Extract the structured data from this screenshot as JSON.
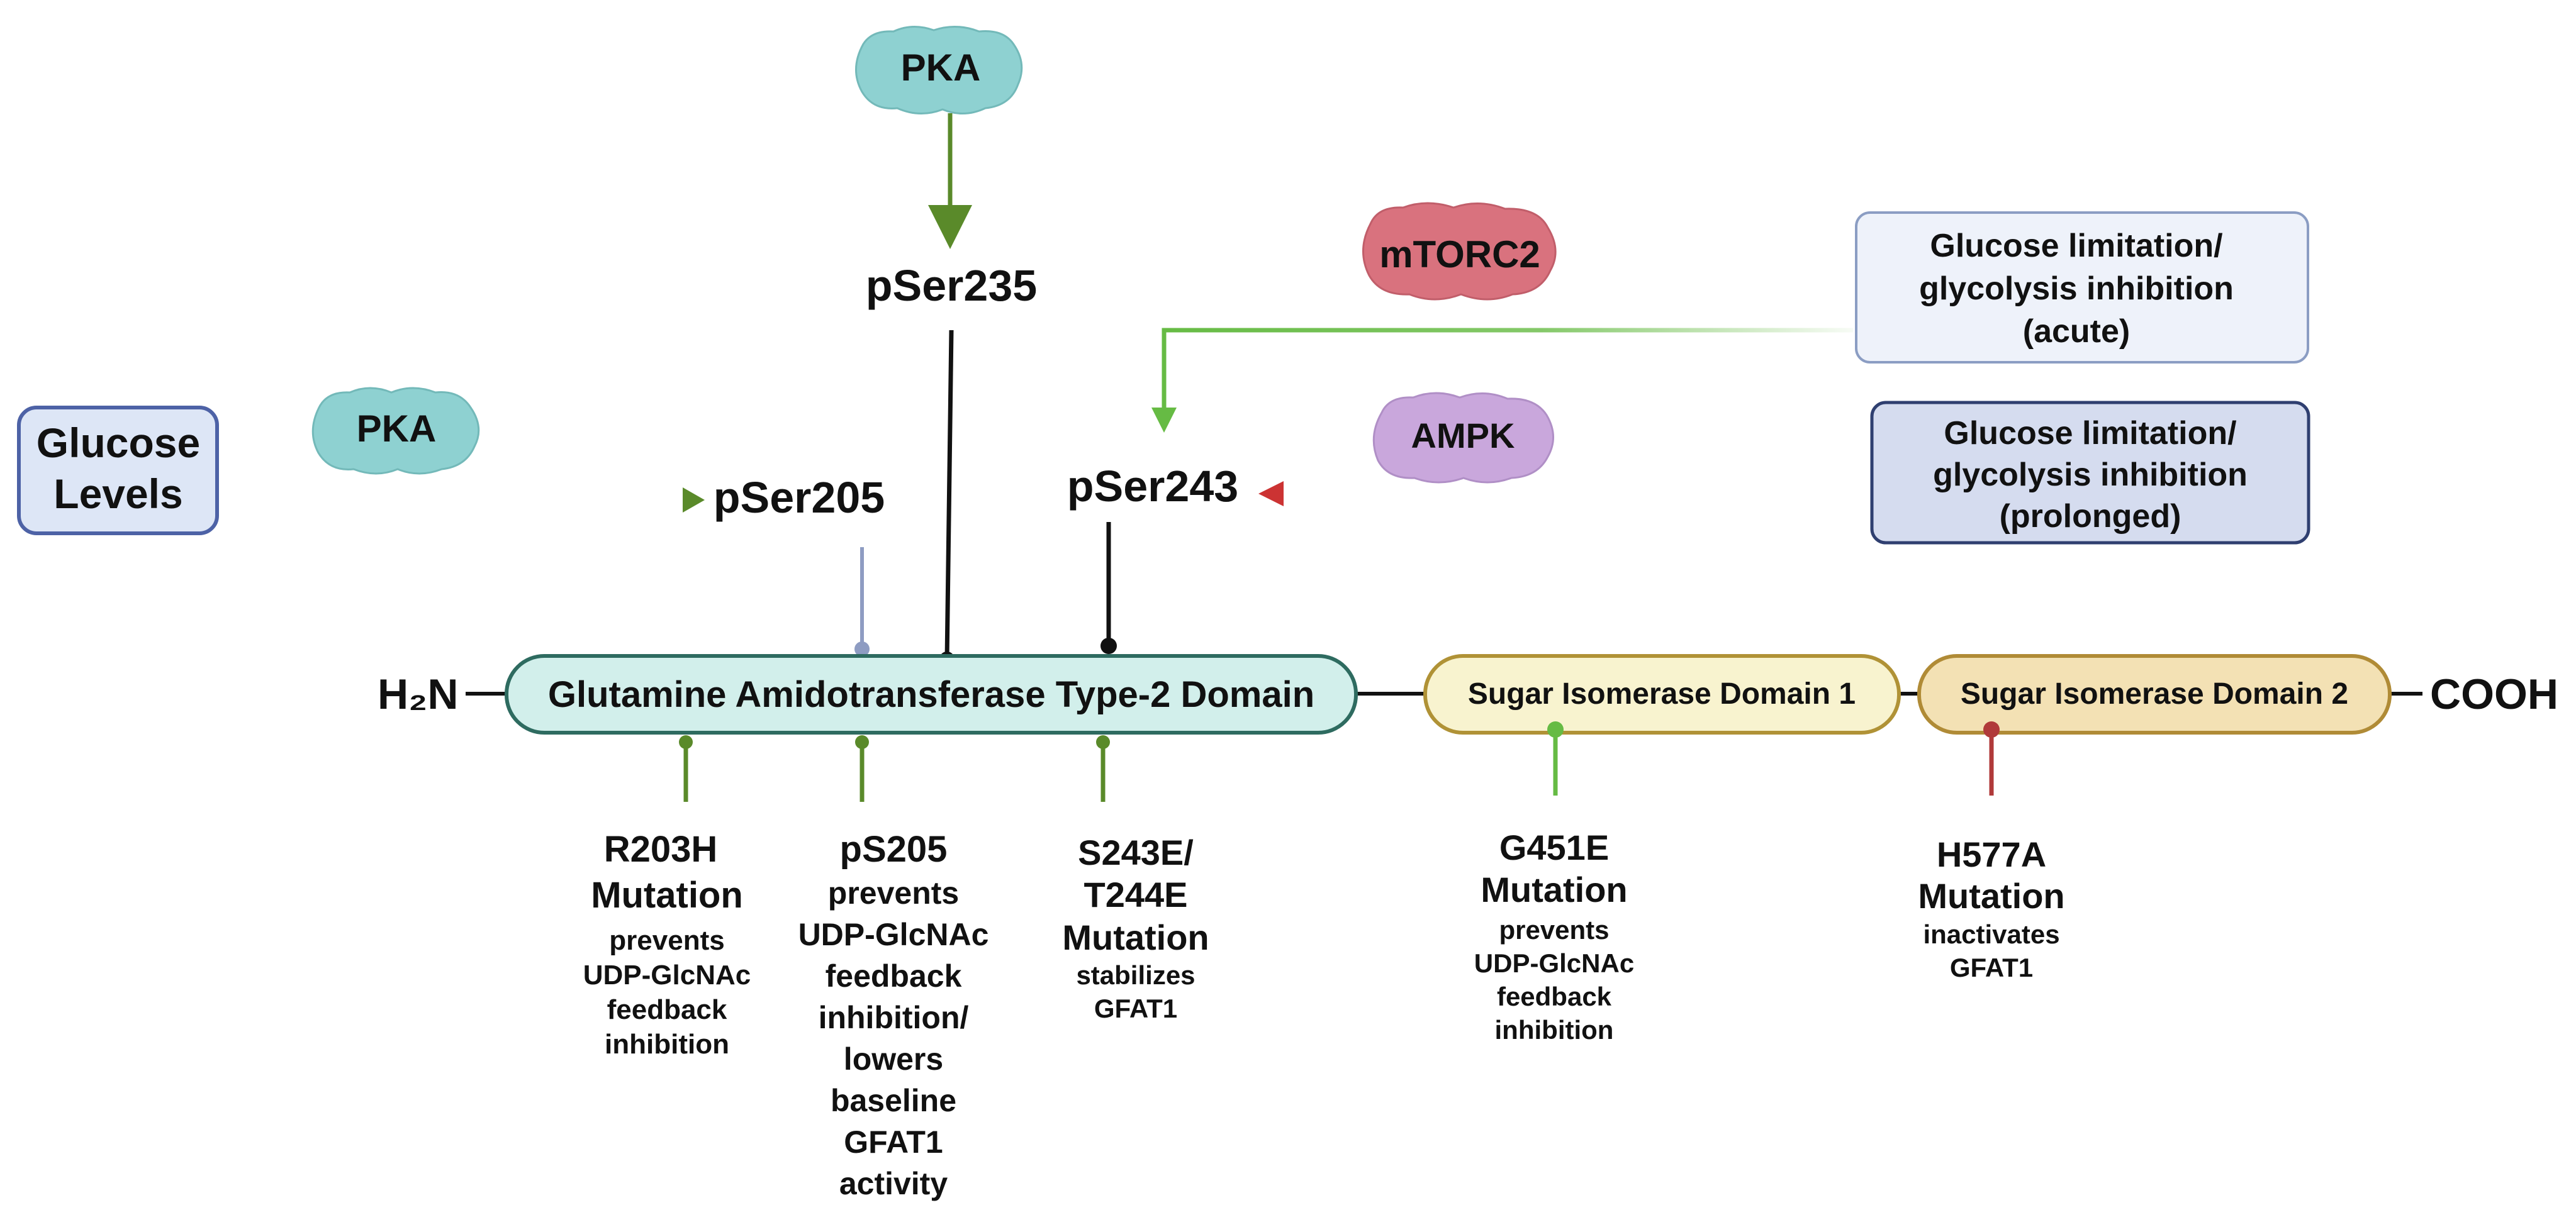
{
  "protein": {
    "n_terminus": "H₂N",
    "c_terminus": "COOH",
    "domains": [
      {
        "label": "Glutamine Amidotransferase Type-2 Domain",
        "fill": "#d2efeb",
        "stroke": "#2e6b60"
      },
      {
        "label": "Sugar Isomerase Domain 1",
        "fill": "#f8f3cf",
        "stroke": "#b09236"
      },
      {
        "label": "Sugar Isomerase Domain 2",
        "fill": "#f3e1b4",
        "stroke": "#b08b36"
      }
    ]
  },
  "kinases": [
    {
      "label": "PKA",
      "color": "#8ed1d1"
    },
    {
      "label": "PKA",
      "color": "#8ed1d1"
    },
    {
      "label": "mTORC2",
      "color": "#d9727e"
    },
    {
      "label": "AMPK",
      "color": "#c9a7dc"
    }
  ],
  "sites": {
    "pser235": "pSer235",
    "pser205": "pSer205",
    "pser243": "pSer243"
  },
  "inputs": {
    "glucose_levels": [
      "Glucose",
      "Levels"
    ],
    "acute": [
      "Glucose limitation/",
      "glycolysis inhibition",
      "(acute)"
    ],
    "prolonged": [
      "Glucose limitation/",
      "glycolysis inhibition",
      "(prolonged)"
    ]
  },
  "mutations": [
    {
      "title": [
        "R203H",
        "Mutation"
      ],
      "desc": [
        "prevents",
        "UDP-GlcNAc",
        "feedback",
        "inhibition"
      ]
    },
    {
      "title": [
        "pS205"
      ],
      "desc": [
        "prevents",
        "UDP-GlcNAc",
        "feedback",
        "inhibition/",
        "lowers",
        "baseline",
        "GFAT1",
        "activity"
      ]
    },
    {
      "title": [
        "S243E/",
        "T244E",
        "Mutation"
      ],
      "desc": [
        "stabilizes",
        "GFAT1"
      ]
    },
    {
      "title": [
        "G451E",
        "Mutation"
      ],
      "desc": [
        "prevents",
        "UDP-GlcNAc",
        "feedback",
        "inhibition"
      ]
    },
    {
      "title": [
        "H577A",
        "Mutation"
      ],
      "desc": [
        "inactivates",
        "GFAT1"
      ]
    }
  ],
  "colors": {
    "activation_dark_green": "#5a8a2a",
    "activation_light_green": "#66bb44",
    "inhibition_red": "#cc3333",
    "phospho_line": "#111111",
    "pser205_line": "#8e9cc2",
    "mutation_green": "#5a8a2a",
    "mutation_red": "#b03a3a"
  }
}
